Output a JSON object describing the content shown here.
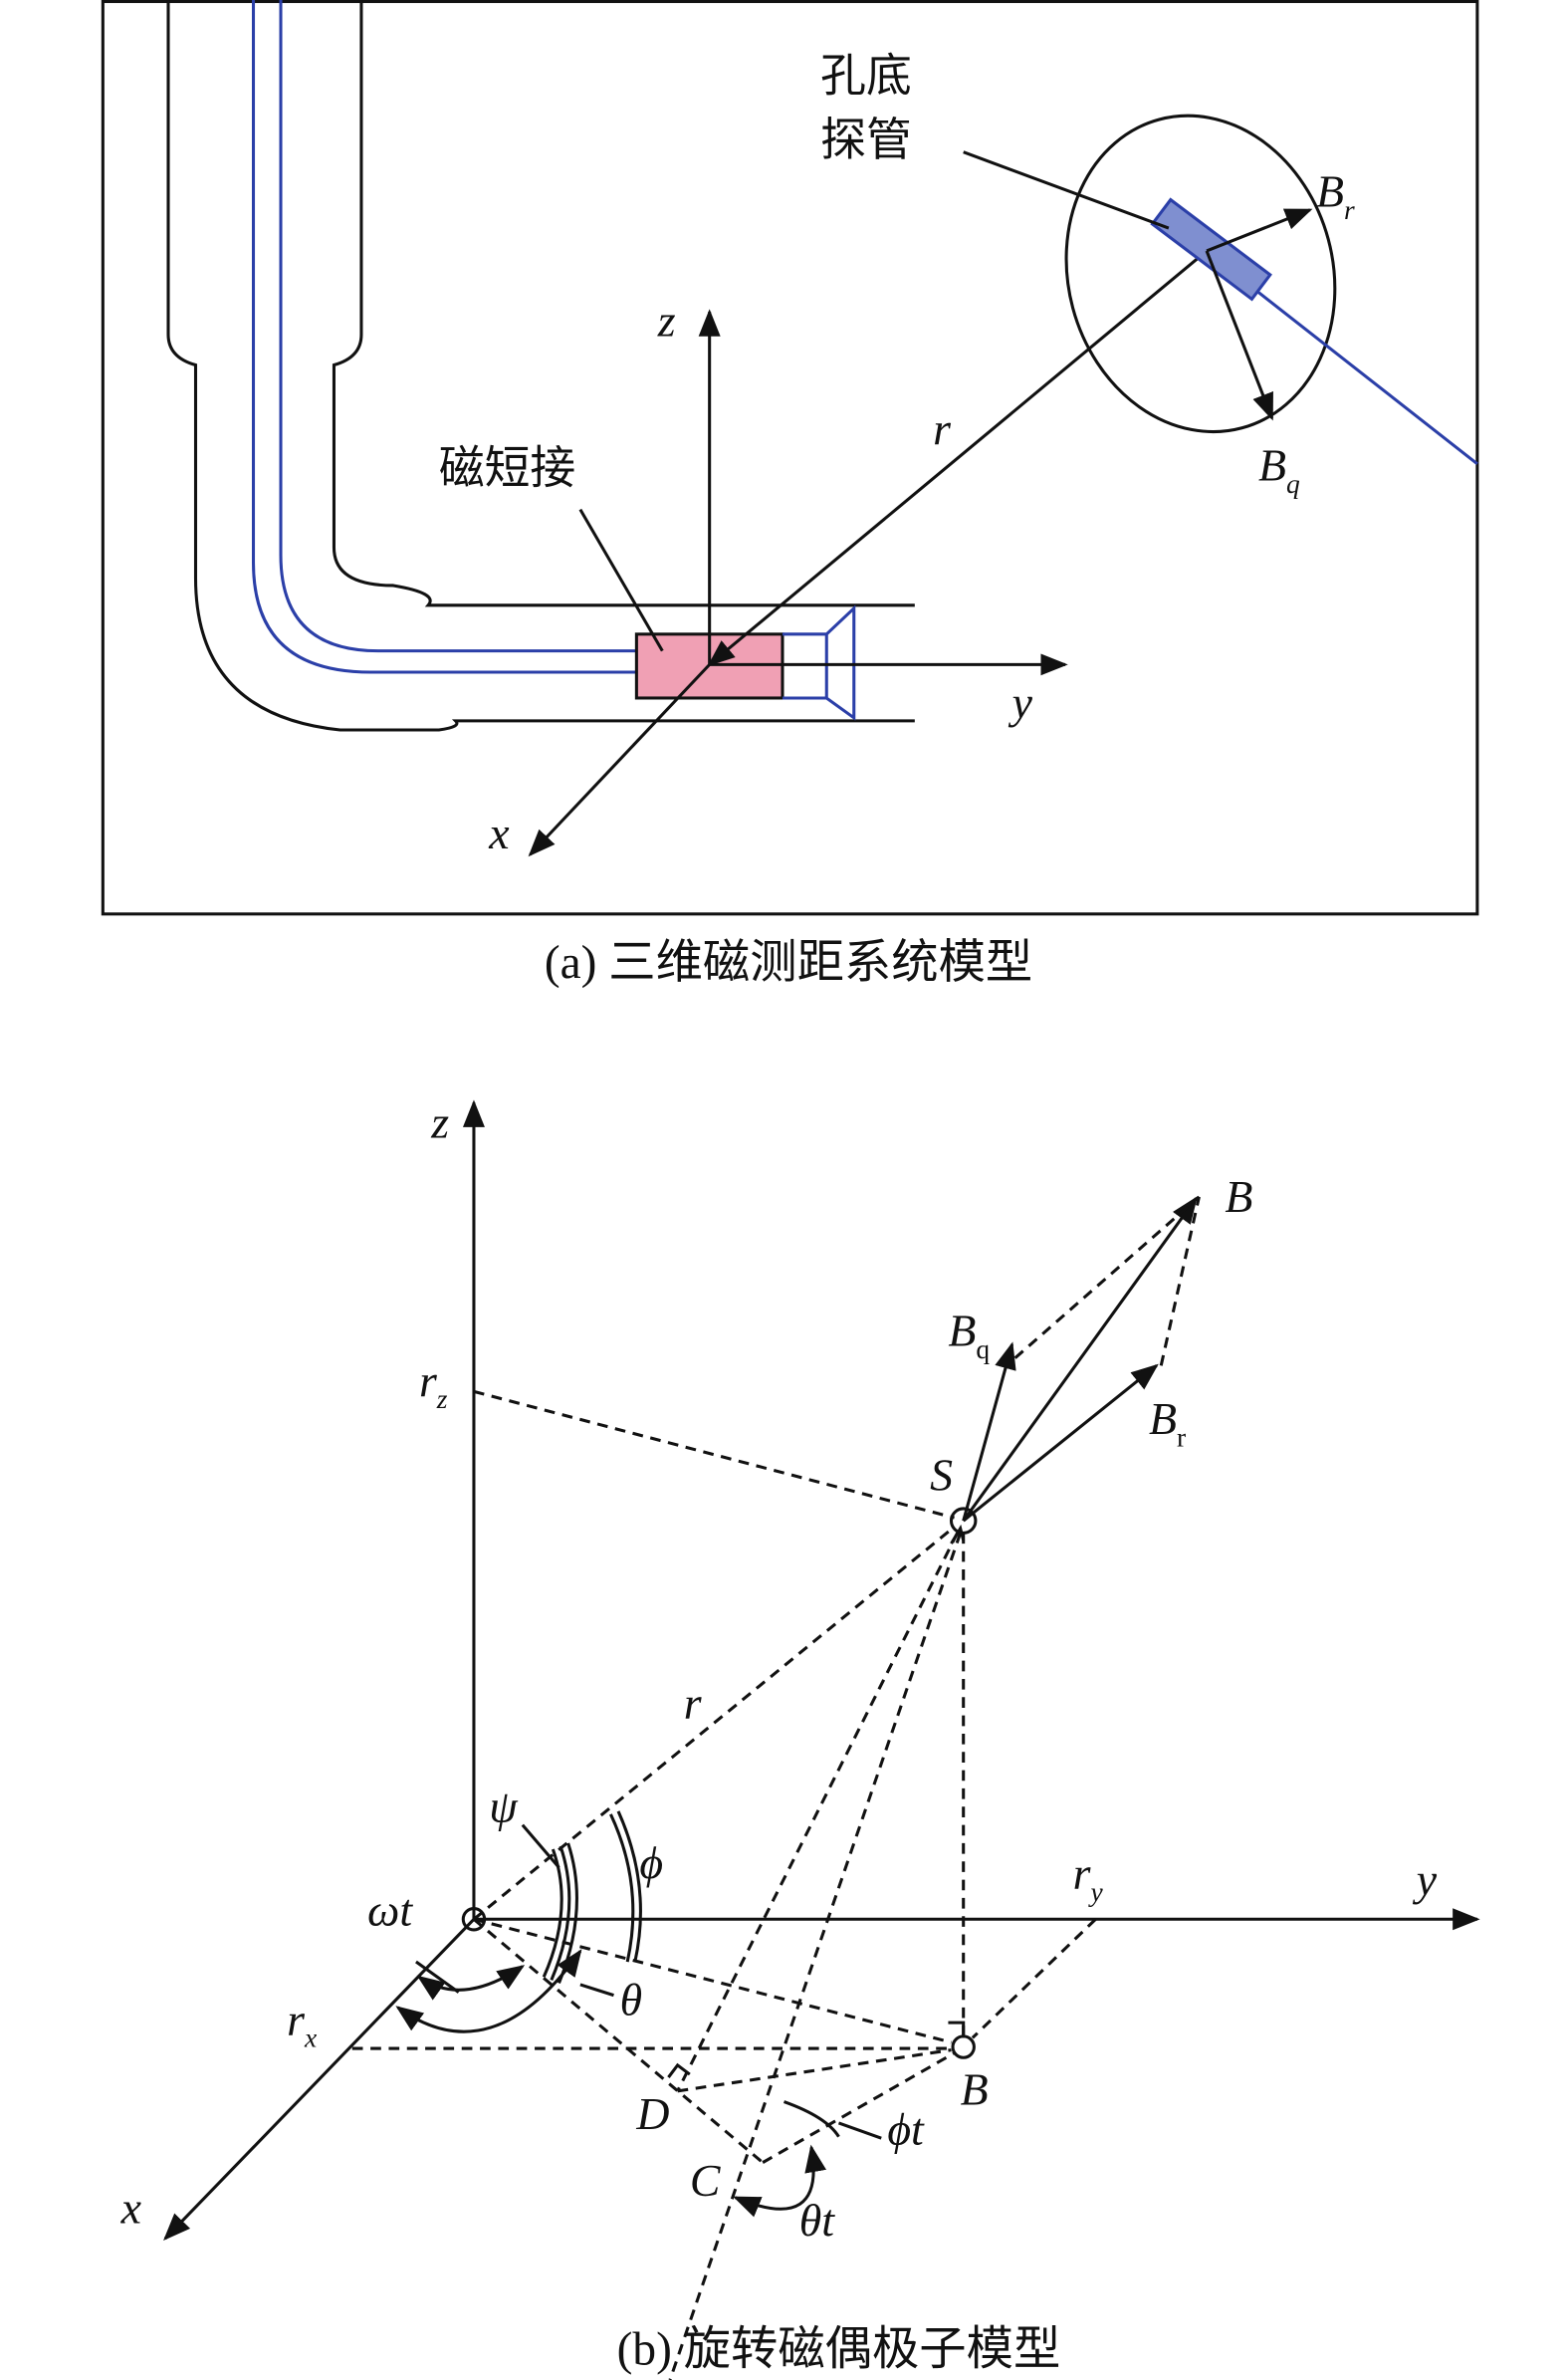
{
  "panel_a": {
    "caption": "(a) 三维磁测距系统模型",
    "label_magnetic_sub": "磁短接",
    "label_probe_line1": "孔底",
    "label_probe_line2": "探管",
    "axis_z": "z",
    "axis_y": "y",
    "axis_x": "x",
    "r": "r",
    "Br_main": "B",
    "Br_sub": "r",
    "Bq_main": "B",
    "Bq_sub": "q",
    "colors": {
      "sub": "#f0a0b4",
      "probe": "#7f8fd0",
      "wire": "#2b3fa8"
    }
  },
  "panel_b": {
    "caption": "(b) 旋转磁偶极子模型",
    "axis_z": "z",
    "axis_y": "y",
    "axis_x": "x",
    "rz_main": "r",
    "rz_sub": "z",
    "ry_main": "r",
    "ry_sub": "y",
    "rx_main": "r",
    "rx_sub": "x",
    "S": "S",
    "B_top": "B",
    "B_bottom": "B",
    "C": "C",
    "D": "D",
    "r": "r",
    "Bq_main": "B",
    "Bq_sub": "q",
    "Br_main": "B",
    "Br_sub": "r",
    "psi": "ψ",
    "phi": "ϕ",
    "omega_t": "ωt",
    "theta": "θ",
    "phi_t": "ϕt",
    "theta_t": "θt"
  }
}
